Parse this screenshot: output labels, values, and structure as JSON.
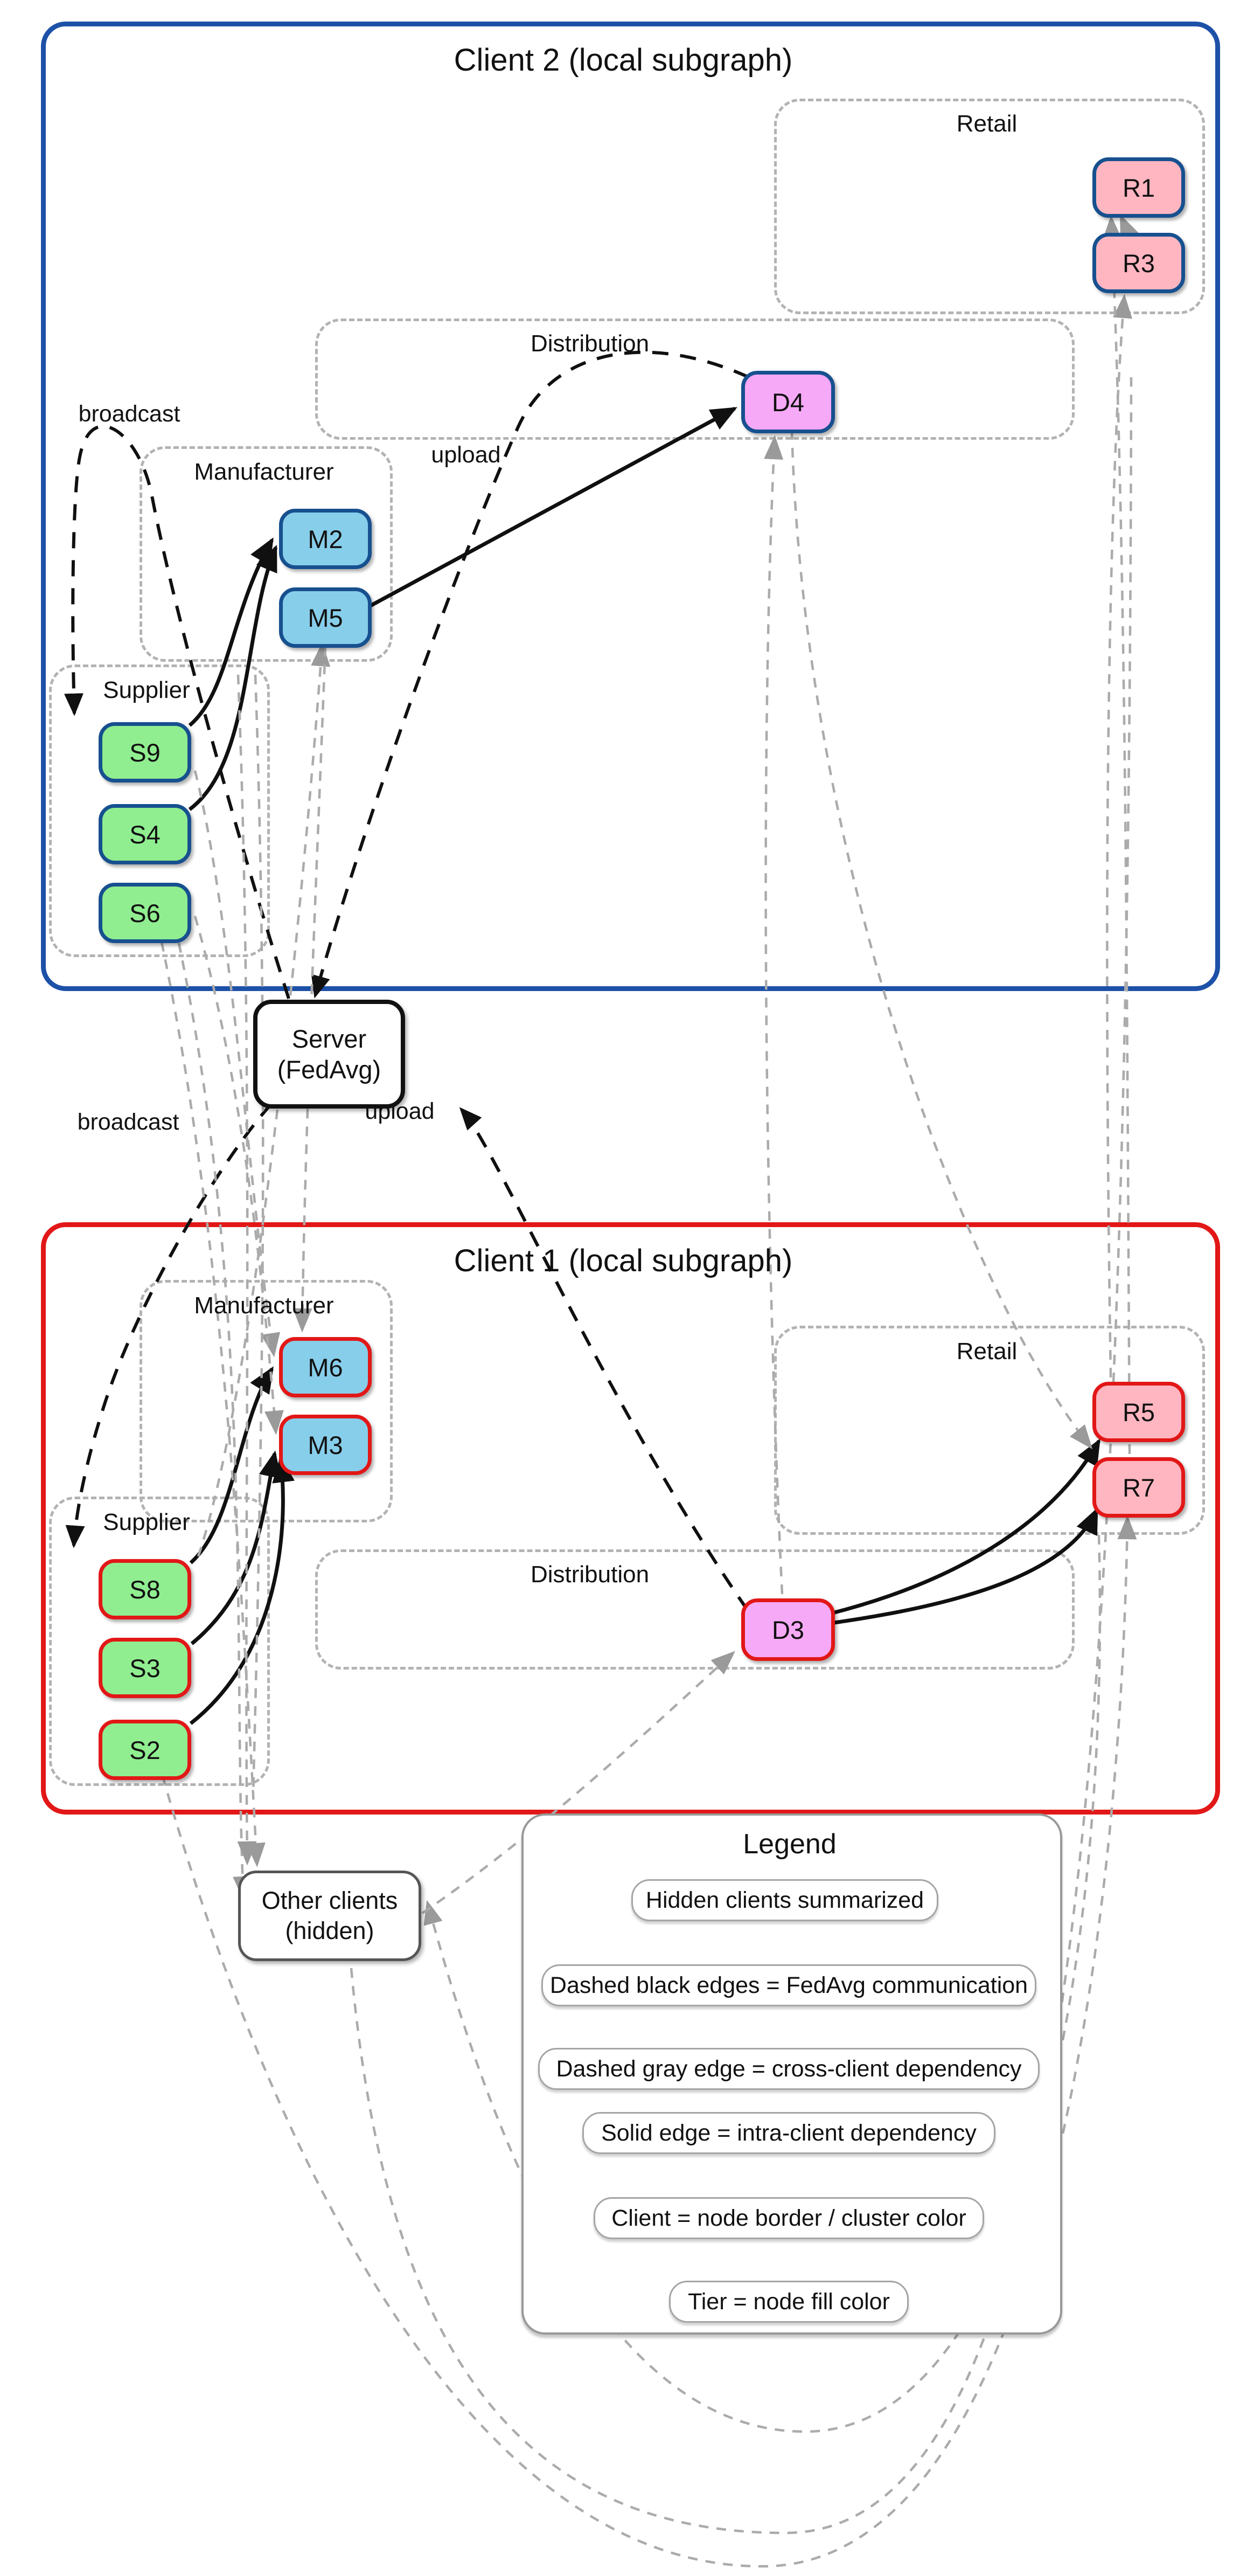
{
  "clients": {
    "client2": {
      "title": "Client 2 (local subgraph)",
      "color": "#1d51a8"
    },
    "client1": {
      "title": "Client 1 (local subgraph)",
      "color": "#e21717"
    }
  },
  "clusters": {
    "c2_retail": "Retail",
    "c2_distribution": "Distribution",
    "c2_manufacturer": "Manufacturer",
    "c2_supplier": "Supplier",
    "c1_manufacturer": "Manufacturer",
    "c1_retail": "Retail",
    "c1_distribution": "Distribution",
    "c1_supplier": "Supplier"
  },
  "nodes": {
    "S9": "S9",
    "S4": "S4",
    "S6": "S6",
    "M2": "M2",
    "M5": "M5",
    "D4": "D4",
    "R1": "R1",
    "R3": "R3",
    "M6": "M6",
    "M3": "M3",
    "S8": "S8",
    "S3": "S3",
    "S2": "S2",
    "D3": "D3",
    "R5": "R5",
    "R7": "R7"
  },
  "server": {
    "line1": "Server",
    "line2": "(FedAvg)"
  },
  "other_clients": {
    "line1": "Other clients",
    "line2": "(hidden)"
  },
  "edge_labels": {
    "broadcast_top": "broadcast",
    "upload_top": "upload",
    "broadcast_bottom": "broadcast",
    "upload_bottom": "upload"
  },
  "legend": {
    "title": "Legend",
    "items": [
      "Hidden clients summarized",
      "Dashed black edges = FedAvg communication",
      "Dashed gray edge = cross-client dependency",
      "Solid edge = intra-client dependency",
      "Client = node border / cluster color",
      "Tier = node fill color"
    ]
  },
  "colors": {
    "client2_border": "#17508f",
    "client1_border": "#e21717",
    "tier_supplier_fill": "#90EE90",
    "tier_manufacturer_fill": "#87CEEB",
    "tier_distribution_fill": "#F6A9F6",
    "tier_retail_fill": "#FFB6C1",
    "intra_edge": "#101010",
    "fedavg_edge": "#101010",
    "cross_client_edge": "#ababab"
  }
}
